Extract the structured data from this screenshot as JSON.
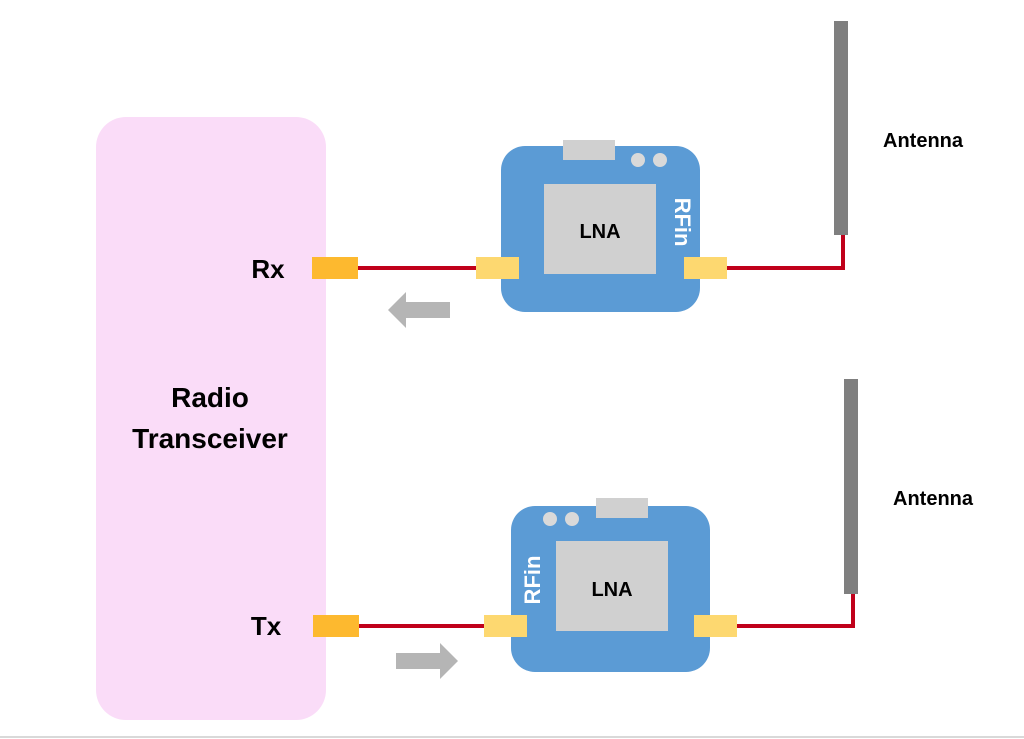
{
  "transceiver": {
    "title_line1": "Radio",
    "title_line2": "Transceiver",
    "rx_label": "Rx",
    "tx_label": "Tx"
  },
  "rx_module": {
    "chip_label": "LNA",
    "port_label": "RFin"
  },
  "tx_module": {
    "chip_label": "LNA",
    "port_label": "RFin"
  },
  "antennas": {
    "top_label": "Antenna",
    "bottom_label": "Antenna"
  },
  "colors": {
    "transceiver_fill": "#fadcf8",
    "module_fill": "#5b9bd5",
    "chip_fill": "#d0d0d0",
    "port_dark": "#fdb92f",
    "port_light": "#fdd870",
    "wire": "#c0001a",
    "antenna": "#7f7f7f",
    "arrow": "#b5b5b5"
  }
}
